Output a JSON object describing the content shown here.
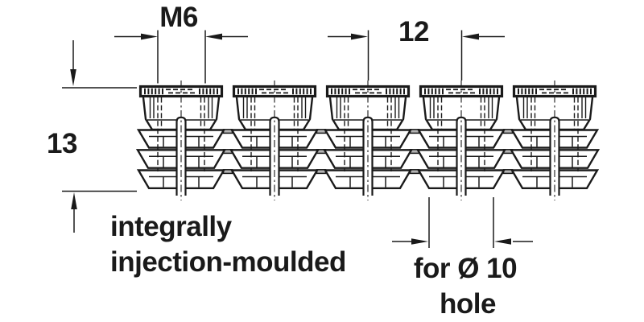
{
  "diagram": {
    "type": "technical-dimension-drawing",
    "labels": {
      "thread": "M6",
      "spacing": "12",
      "height": "13",
      "note_line1": "integrally",
      "note_line2": "injection-moulded",
      "hole_line1": "for Ø 10",
      "hole_line2": "hole"
    },
    "insert_count": 5,
    "colors": {
      "line": "#1a1a1a",
      "web_fill": "#b4b4b4",
      "background": "#ffffff"
    }
  }
}
